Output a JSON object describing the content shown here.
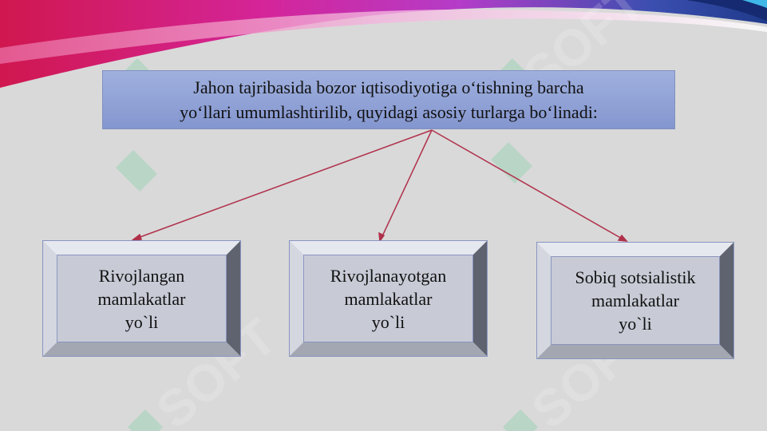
{
  "title": {
    "line1": "Jahon tajribasida bozor iqtisodiyotiga o‘tishning barcha",
    "line2": "yo‘llari umumlashtirilib, quyidagi asosiy turlarga bo‘linadi:"
  },
  "boxes": [
    {
      "line1": "Rivojlangan",
      "line2": "mamlakatlar",
      "line3": "yo`li"
    },
    {
      "line1": "Rivojlanayotgan",
      "line2": "mamlakatlar",
      "line3": "yo`li"
    },
    {
      "line1": "Sobiq sotsialistik",
      "line2": "mamlakatlar",
      "line3": "yo`li"
    }
  ],
  "colors": {
    "background": "#d9d9d9",
    "title_fill": "#8fa2d8",
    "box_fill": "#c8cbd6",
    "arrow": "#b0304a"
  },
  "watermark": {
    "text": "SOFT"
  }
}
